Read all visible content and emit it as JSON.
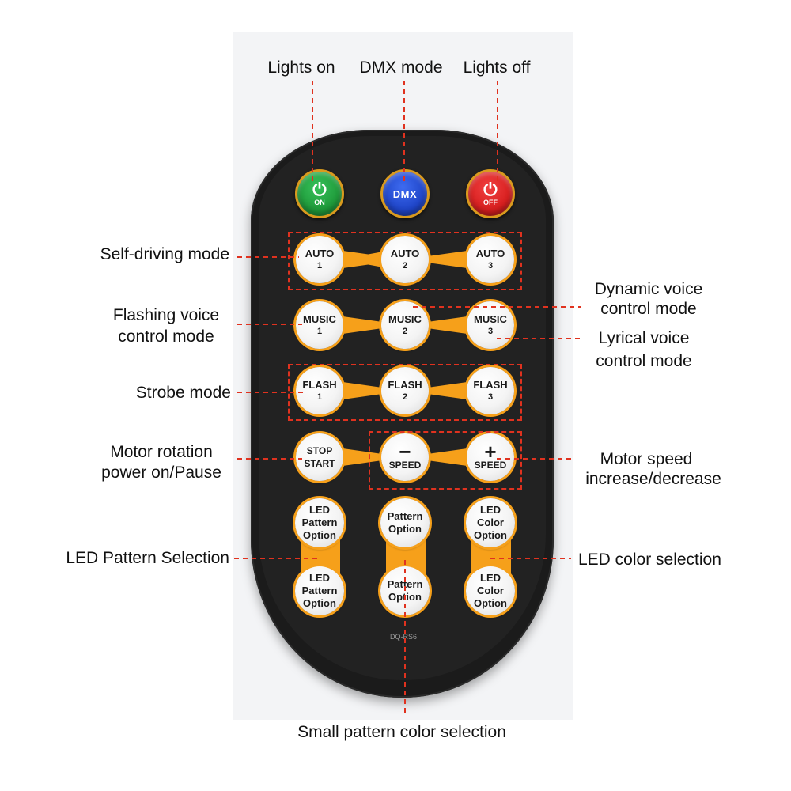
{
  "labels": {
    "lights_on": "Lights on",
    "dmx_mode": "DMX mode",
    "lights_off": "Lights off",
    "self_driving": "Self-driving mode",
    "dynamic_voice_1": "Dynamic voice",
    "dynamic_voice_2": "control mode",
    "flashing_voice_1": "Flashing voice",
    "flashing_voice_2": "control mode",
    "lyrical_voice_1": "Lyrical voice",
    "lyrical_voice_2": "control mode",
    "strobe": "Strobe mode",
    "motor_rotation_1": "Motor rotation",
    "motor_rotation_2": "power on/Pause",
    "motor_speed_1": "Motor speed",
    "motor_speed_2": "increase/decrease",
    "led_pattern_selection": "LED Pattern Selection",
    "led_color_selection": "LED color selection",
    "small_pattern_color": "Small pattern color selection"
  },
  "remote": {
    "top_buttons": {
      "on": "ON",
      "dmx": "DMX",
      "off": "OFF"
    },
    "auto": [
      {
        "l1": "AUTO",
        "l2": "1"
      },
      {
        "l1": "AUTO",
        "l2": "2"
      },
      {
        "l1": "AUTO",
        "l2": "3"
      }
    ],
    "music": [
      {
        "l1": "MUSIC",
        "l2": "1"
      },
      {
        "l1": "MUSIC",
        "l2": "2"
      },
      {
        "l1": "MUSIC",
        "l2": "3"
      }
    ],
    "flash": [
      {
        "l1": "FLASH",
        "l2": "1"
      },
      {
        "l1": "FLASH",
        "l2": "2"
      },
      {
        "l1": "FLASH",
        "l2": "3"
      }
    ],
    "stop_start": {
      "l1": "STOP",
      "l2": "START"
    },
    "speed_minus": {
      "sign": "−",
      "l2": "SPEED"
    },
    "speed_plus": {
      "sign": "+",
      "l2": "SPEED"
    },
    "led_pattern_top": {
      "l1": "LED",
      "l2": "Pattern",
      "l3": "Option"
    },
    "led_pattern_bottom": {
      "l1": "LED",
      "l2": "Pattern",
      "l3": "Option"
    },
    "pattern_top": {
      "l1": "Pattern",
      "l2": "Option"
    },
    "pattern_bottom": {
      "l1": "Pattern",
      "l2": "Option"
    },
    "led_color_top": {
      "l1": "LED",
      "l2": "Color",
      "l3": "Option"
    },
    "led_color_bottom": {
      "l1": "LED",
      "l2": "Color",
      "l3": "Option"
    },
    "model": "DQ-RS6"
  },
  "colors": {
    "accent_orange": "#f6a01a",
    "annotation_red": "#e0321f",
    "on_green": "#1f9a3a",
    "dmx_blue": "#1f45c8",
    "off_red": "#d81f1f"
  }
}
